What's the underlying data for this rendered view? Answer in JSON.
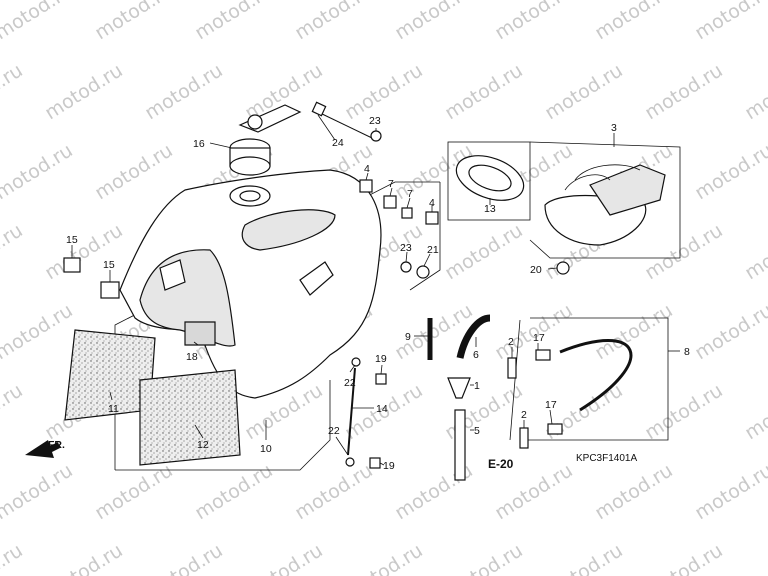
{
  "diagram": {
    "watermark_text": "motod.ru",
    "code": "KPC3F1401A",
    "section_ref": "E-20",
    "front_indicator": "FR.",
    "callouts": {
      "c1": "1",
      "c2a": "2",
      "c2b": "2",
      "c3": "3",
      "c4a": "4",
      "c4b": "4",
      "c5": "5",
      "c6": "6",
      "c7a": "7",
      "c7b": "7",
      "c8": "8",
      "c9": "9",
      "c10": "10",
      "c11": "11",
      "c12": "12",
      "c13": "13",
      "c14": "14",
      "c15a": "15",
      "c15b": "15",
      "c16": "16",
      "c17a": "17",
      "c17b": "17",
      "c18": "18",
      "c19a": "19",
      "c19b": "19",
      "c20": "20",
      "c21": "21",
      "c22a": "22",
      "c22b": "22",
      "c23a": "23",
      "c23b": "23",
      "c24": "24"
    }
  }
}
